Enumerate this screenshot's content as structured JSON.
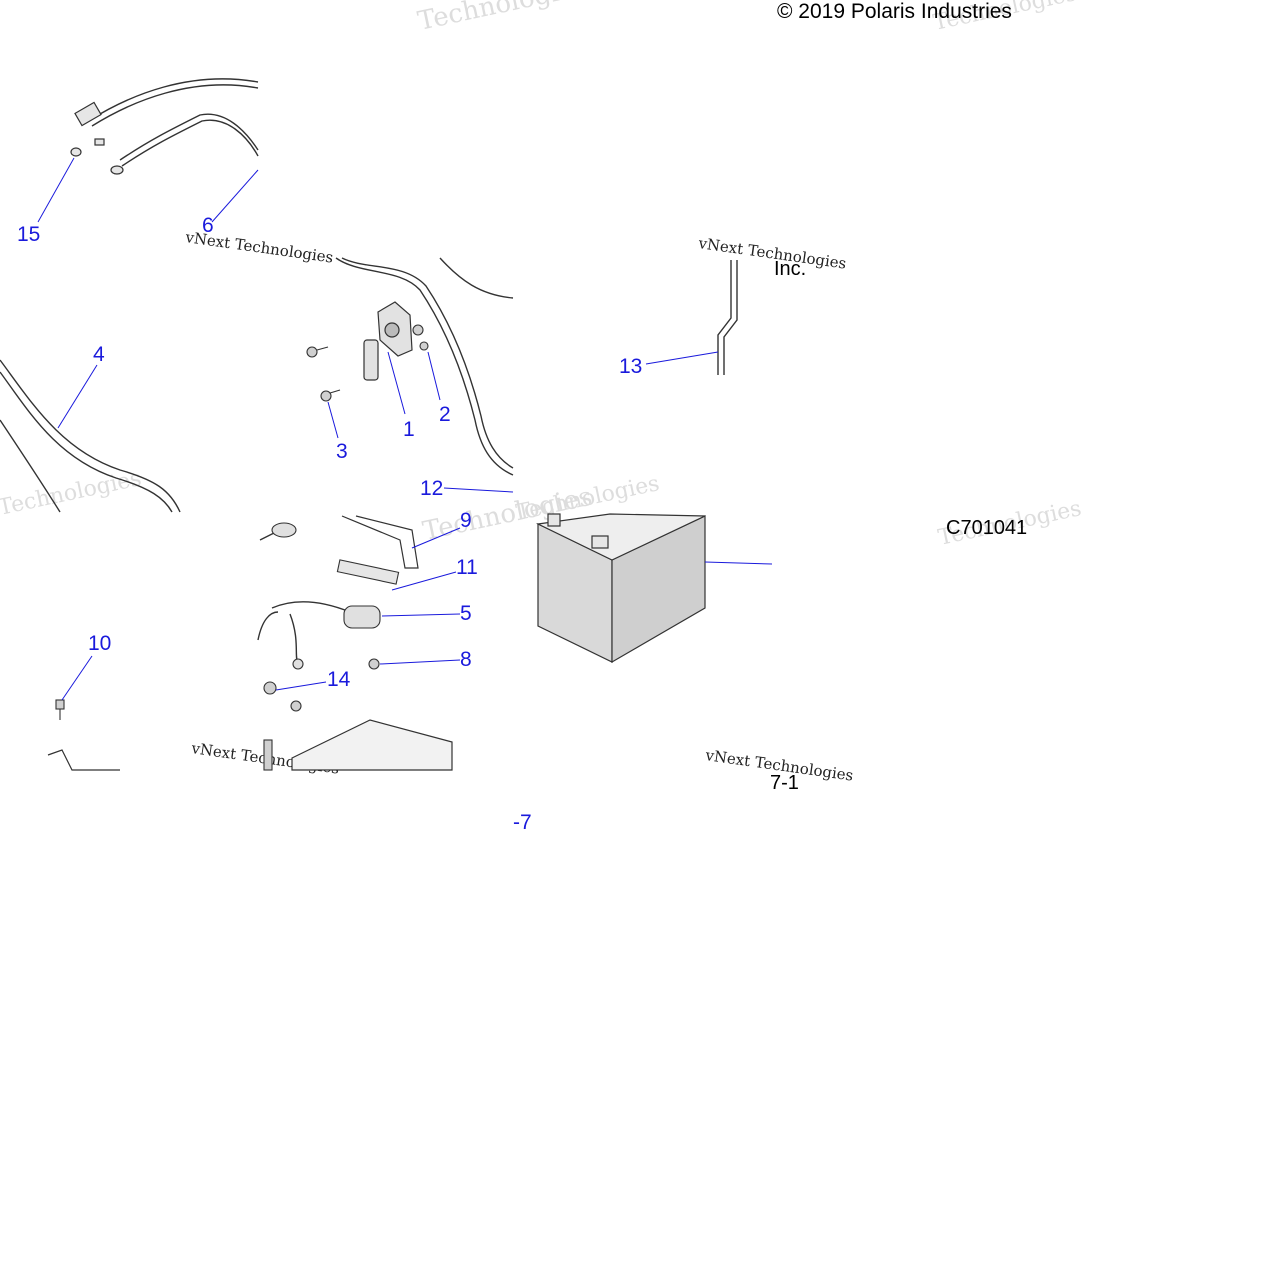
{
  "header": {
    "copyright": "© 2019 Polaris Industries",
    "fragment_inc": "Inc."
  },
  "footer": {
    "reference_code": "C701041",
    "page_fragment": "7-1"
  },
  "watermark": {
    "text_1": "vNext Technologies",
    "text_2": "Technologies"
  },
  "colors": {
    "callout": "#1a1adc",
    "line_art": "#333333",
    "part_fill": "#d9d9d9"
  },
  "callouts": [
    {
      "id": "c1",
      "label": "1"
    },
    {
      "id": "c2",
      "label": "2"
    },
    {
      "id": "c3",
      "label": "3"
    },
    {
      "id": "c4",
      "label": "4"
    },
    {
      "id": "c5",
      "label": "5"
    },
    {
      "id": "c6",
      "label": "6"
    },
    {
      "id": "c7",
      "label": "-7"
    },
    {
      "id": "c8",
      "label": "8"
    },
    {
      "id": "c9",
      "label": "9"
    },
    {
      "id": "c10",
      "label": "10"
    },
    {
      "id": "c11",
      "label": "11"
    },
    {
      "id": "c12",
      "label": "12"
    },
    {
      "id": "c13",
      "label": "13"
    },
    {
      "id": "c14",
      "label": "14"
    },
    {
      "id": "c15",
      "label": "15"
    }
  ]
}
